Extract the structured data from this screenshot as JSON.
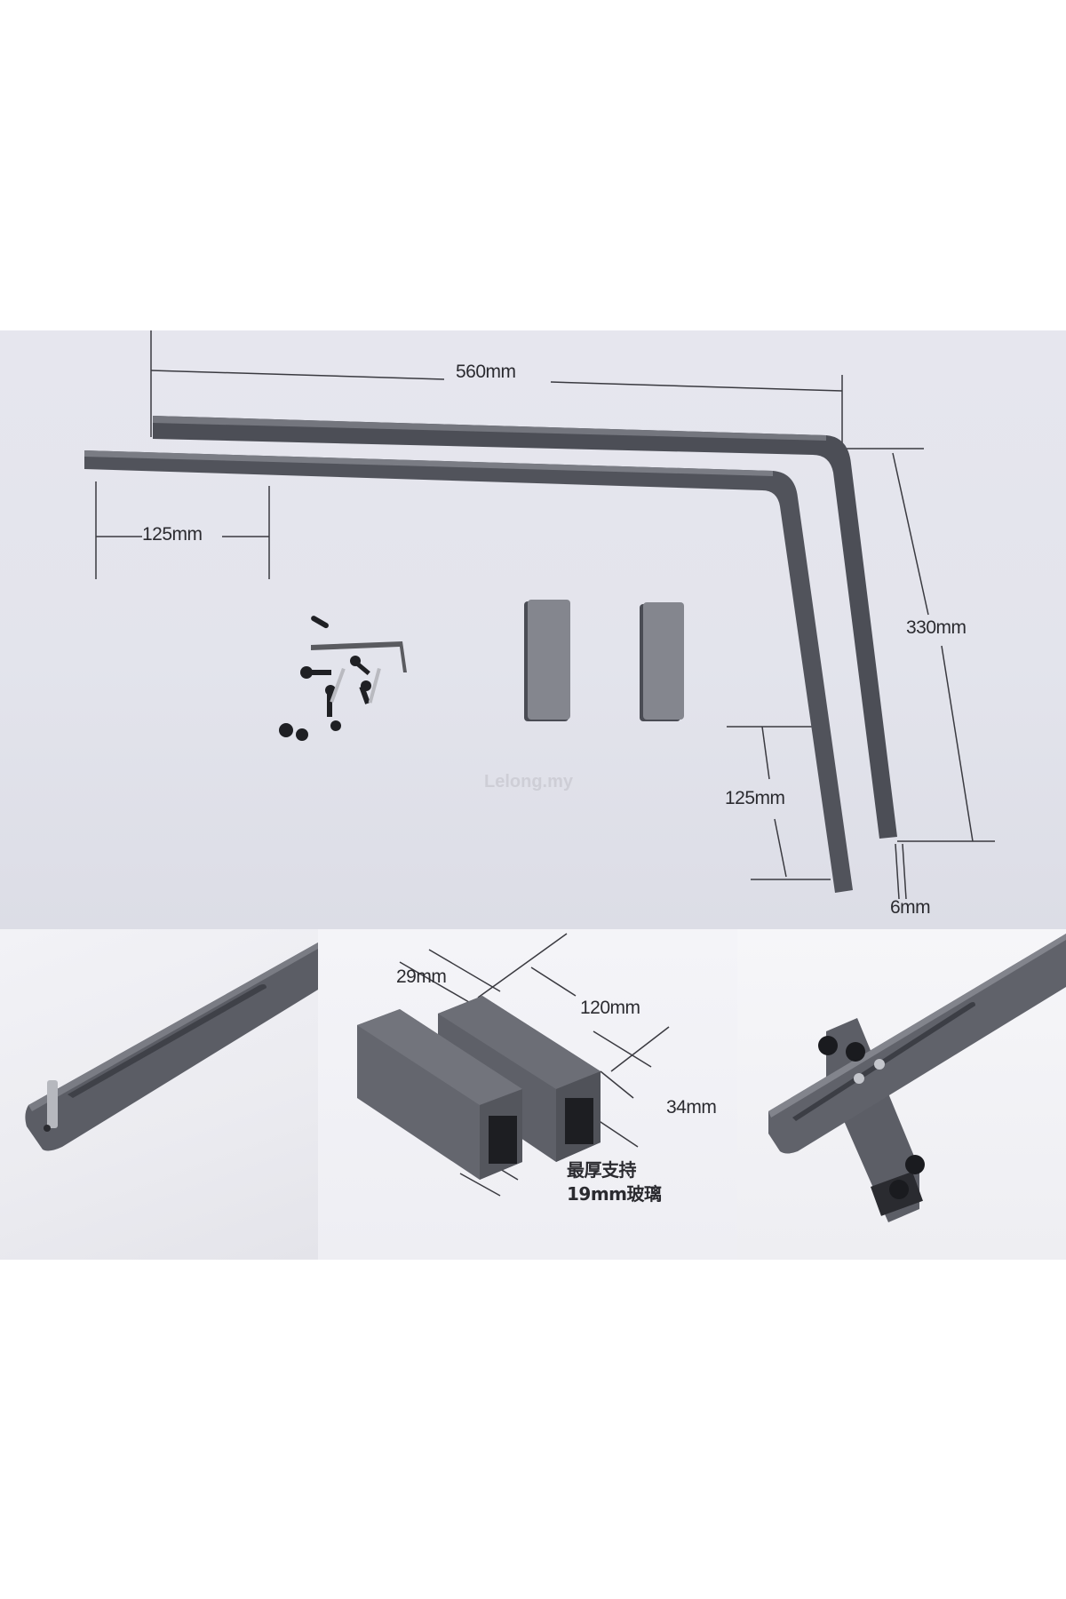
{
  "main_photo": {
    "subject": "L-shaped glass shelf bracket kit",
    "labels": {
      "overall_length": "560mm",
      "top_arm_offset": "125mm",
      "height": "330mm",
      "bottom_leg": "125mm",
      "thickness": "6mm"
    },
    "watermark": "Lelong.my"
  },
  "panel_middle": {
    "labels": {
      "width": "29mm",
      "length": "120mm",
      "height": "34mm",
      "note_line1": "最厚支持",
      "note_line2": "19mm玻璃"
    }
  },
  "colors": {
    "metal": "#55575f",
    "metal_light": "#6f7179",
    "background": "#e4e5ec",
    "dim_line": "#3a3a40"
  }
}
